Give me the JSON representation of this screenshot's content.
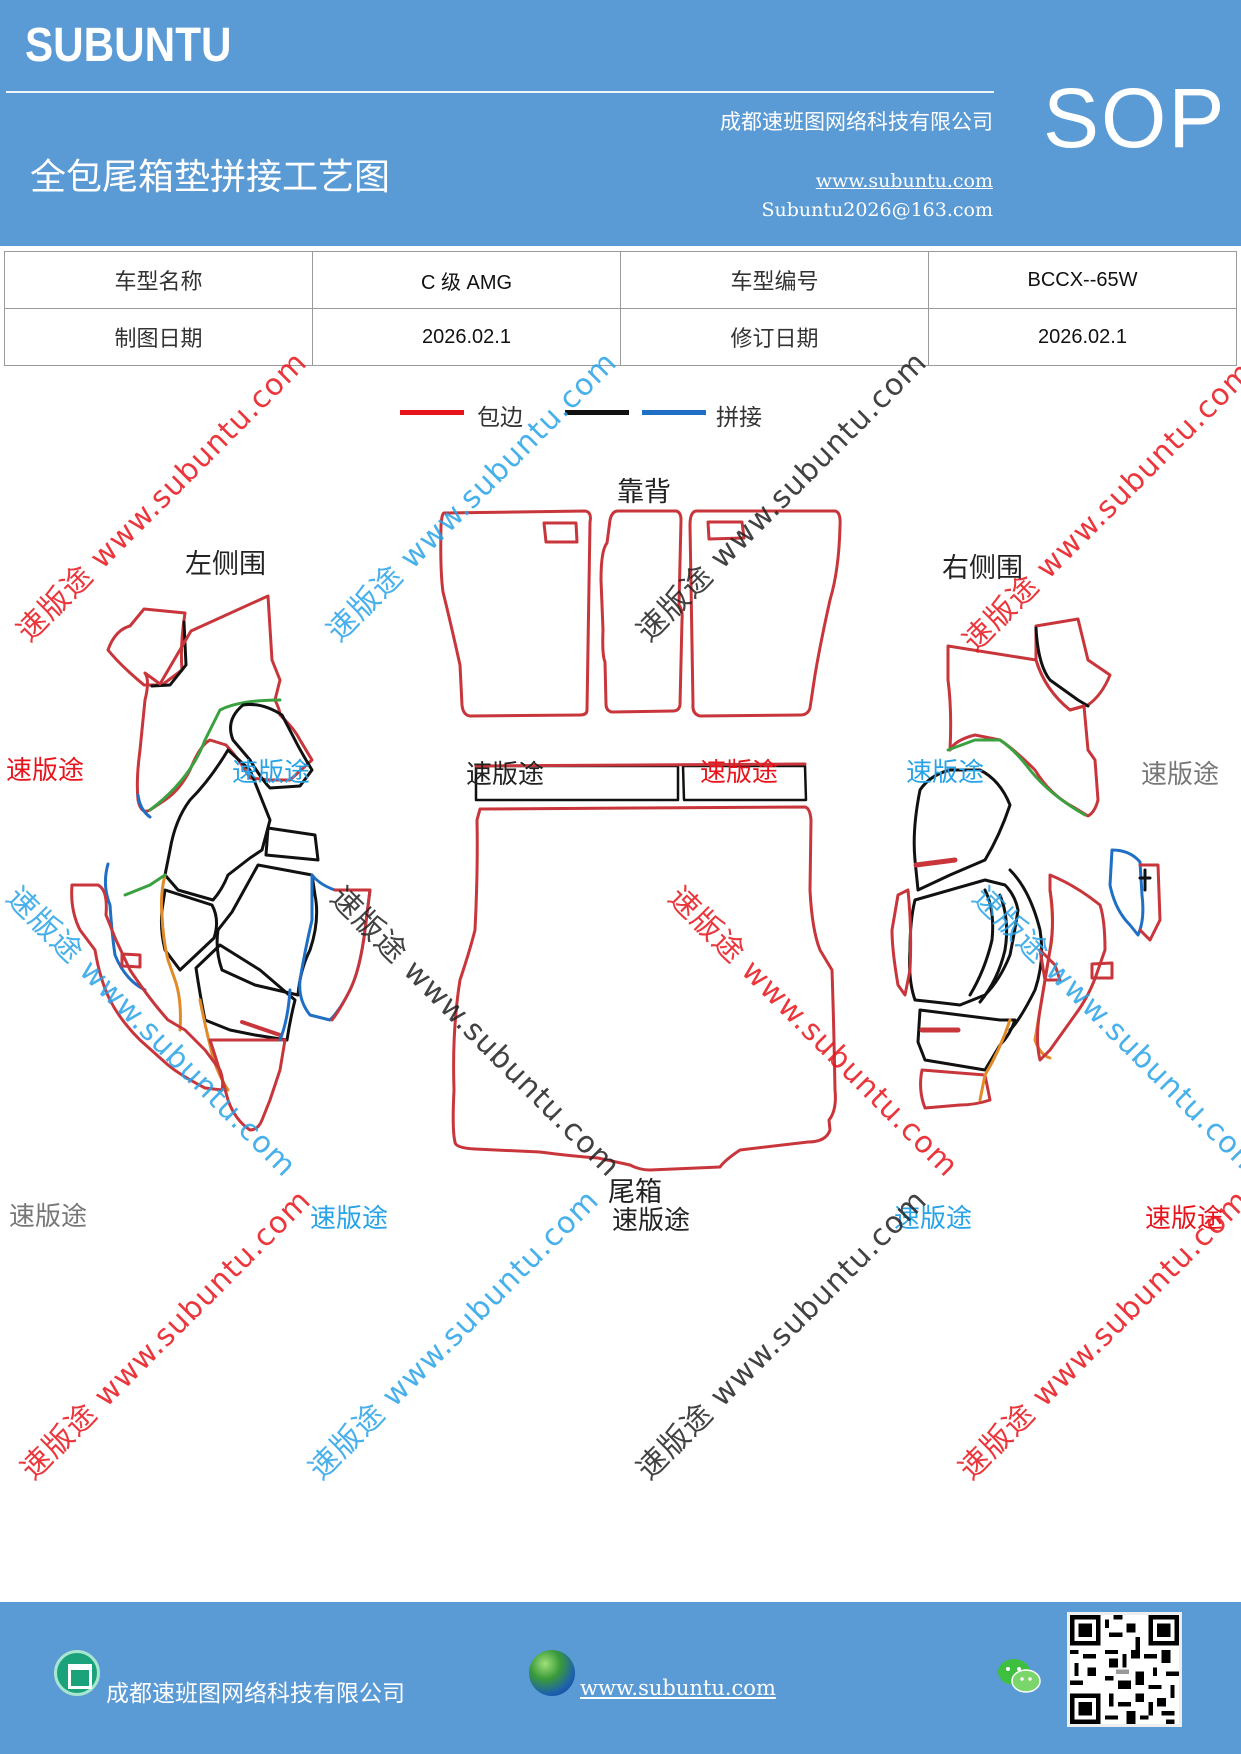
{
  "header": {
    "brand": "SUBUNTU",
    "company": "成都速班图网络科技有限公司",
    "title": "全包尾箱垫拼接工艺图",
    "website": "www.subuntu.com",
    "email": "Subuntu2026@163.com",
    "badge": "SOP"
  },
  "info": {
    "model_name_label": "车型名称",
    "model_name_value": "C 级 AMG",
    "model_code_label": "车型编号",
    "model_code_value": "BCCX--65W",
    "draw_date_label": "制图日期",
    "draw_date_value": "2026.02.1",
    "revise_date_label": "修订日期",
    "revise_date_value": "2026.02.1"
  },
  "legend": {
    "edge_label": "包边",
    "splice_label": "拼接",
    "colors": {
      "edge": "#e8141b",
      "black": "#111111",
      "splice": "#1f6fc5"
    }
  },
  "parts": {
    "backrest": "靠背",
    "left_side": "左侧围",
    "right_side": "右侧围",
    "trunk": "尾箱"
  },
  "watermarks": {
    "brand_cn": "速版途",
    "url_diag": "速版途 www.subuntu.com",
    "colors": {
      "red": "#e8141b",
      "blue": "#29a3e8",
      "gray": "#777777",
      "dark": "#222222"
    }
  },
  "footer": {
    "company": "成都速班图网络科技有限公司",
    "website": "www.subuntu.com"
  }
}
